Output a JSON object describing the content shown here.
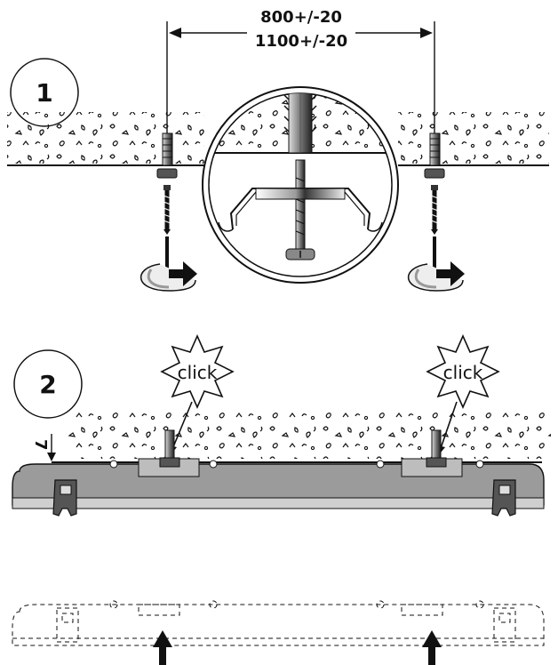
{
  "dimensions": {
    "spacing_a": "800+/-20",
    "spacing_b": "1100+/-20"
  },
  "steps": [
    {
      "number": "1"
    },
    {
      "number": "2",
      "callouts": [
        "click",
        "click"
      ],
      "gap_label": "7"
    }
  ]
}
